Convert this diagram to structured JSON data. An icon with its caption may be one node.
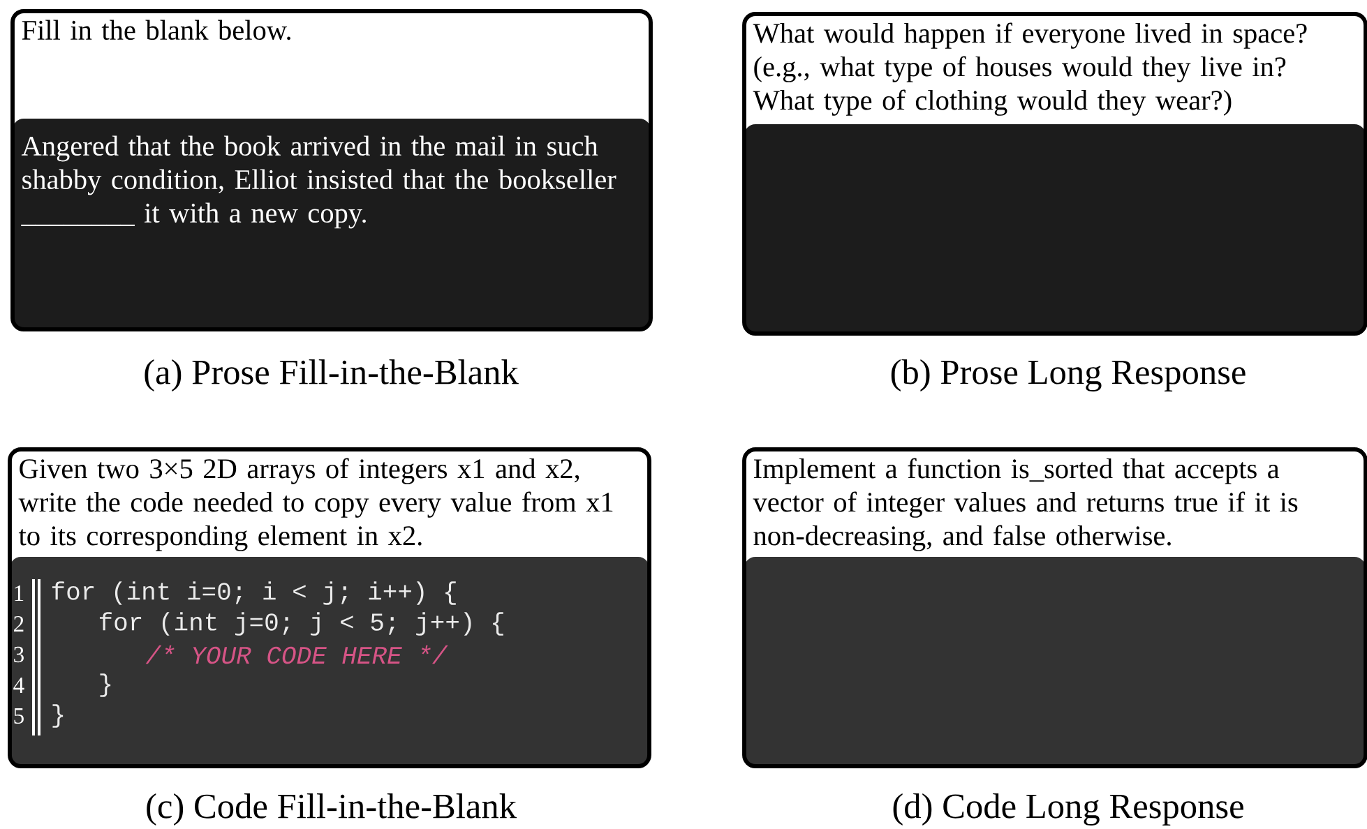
{
  "diagram": {
    "nodes": [
      {
        "text": [
          "Fill in the blank below.",
          "Angered that the book arrived in the mail in such shabby condition, Elliot insisted that the bookseller ________ it with a new copy."
        ],
        "beside": [
          "(a) Prose Fill-in-the-Blank"
        ]
      },
      {
        "text": [
          "What would happen if everyone lived in space? (e.g., what type of houses would they live in? What type of clothing would they wear?)"
        ],
        "beside": [
          "(b) Prose Long Response"
        ]
      },
      {
        "text": [
          "Given two 3×5 2D arrays of integers x1 and x2, write the code needed to copy every value from x1 to its corresponding element in x2.",
          "for (int i=0; i < j; i++) {",
          "for (int j=0; j < 5; j++) {",
          "/* YOUR CODE HERE */",
          "}",
          "}"
        ],
        "beside": [
          "(c) Code Fill-in-the-Blank"
        ]
      },
      {
        "text": [
          "Implement a function is_sorted that accepts a vector of integer values and returns true if it is non-decreasing, and false otherwise."
        ],
        "beside": [
          "(d) Code Long Response"
        ]
      }
    ],
    "labels": [
      "1",
      "2",
      "3",
      "4",
      "5"
    ]
  }
}
